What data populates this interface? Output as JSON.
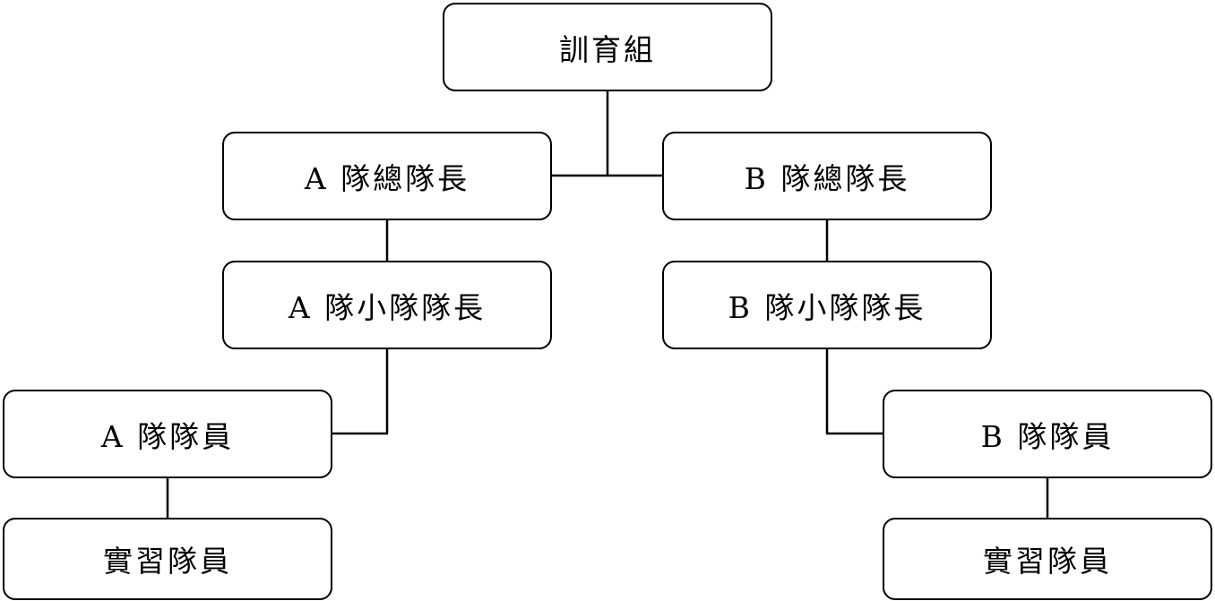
{
  "org_chart": {
    "root": "訓育組",
    "a_team": {
      "leader": "A 隊總隊長",
      "squad_leader": "A 隊小隊隊長",
      "member": "A 隊隊員",
      "intern": "實習隊員"
    },
    "b_team": {
      "leader": "B 隊總隊長",
      "squad_leader": "B 隊小隊隊長",
      "member": "B 隊隊員",
      "intern": "實習隊員"
    }
  }
}
